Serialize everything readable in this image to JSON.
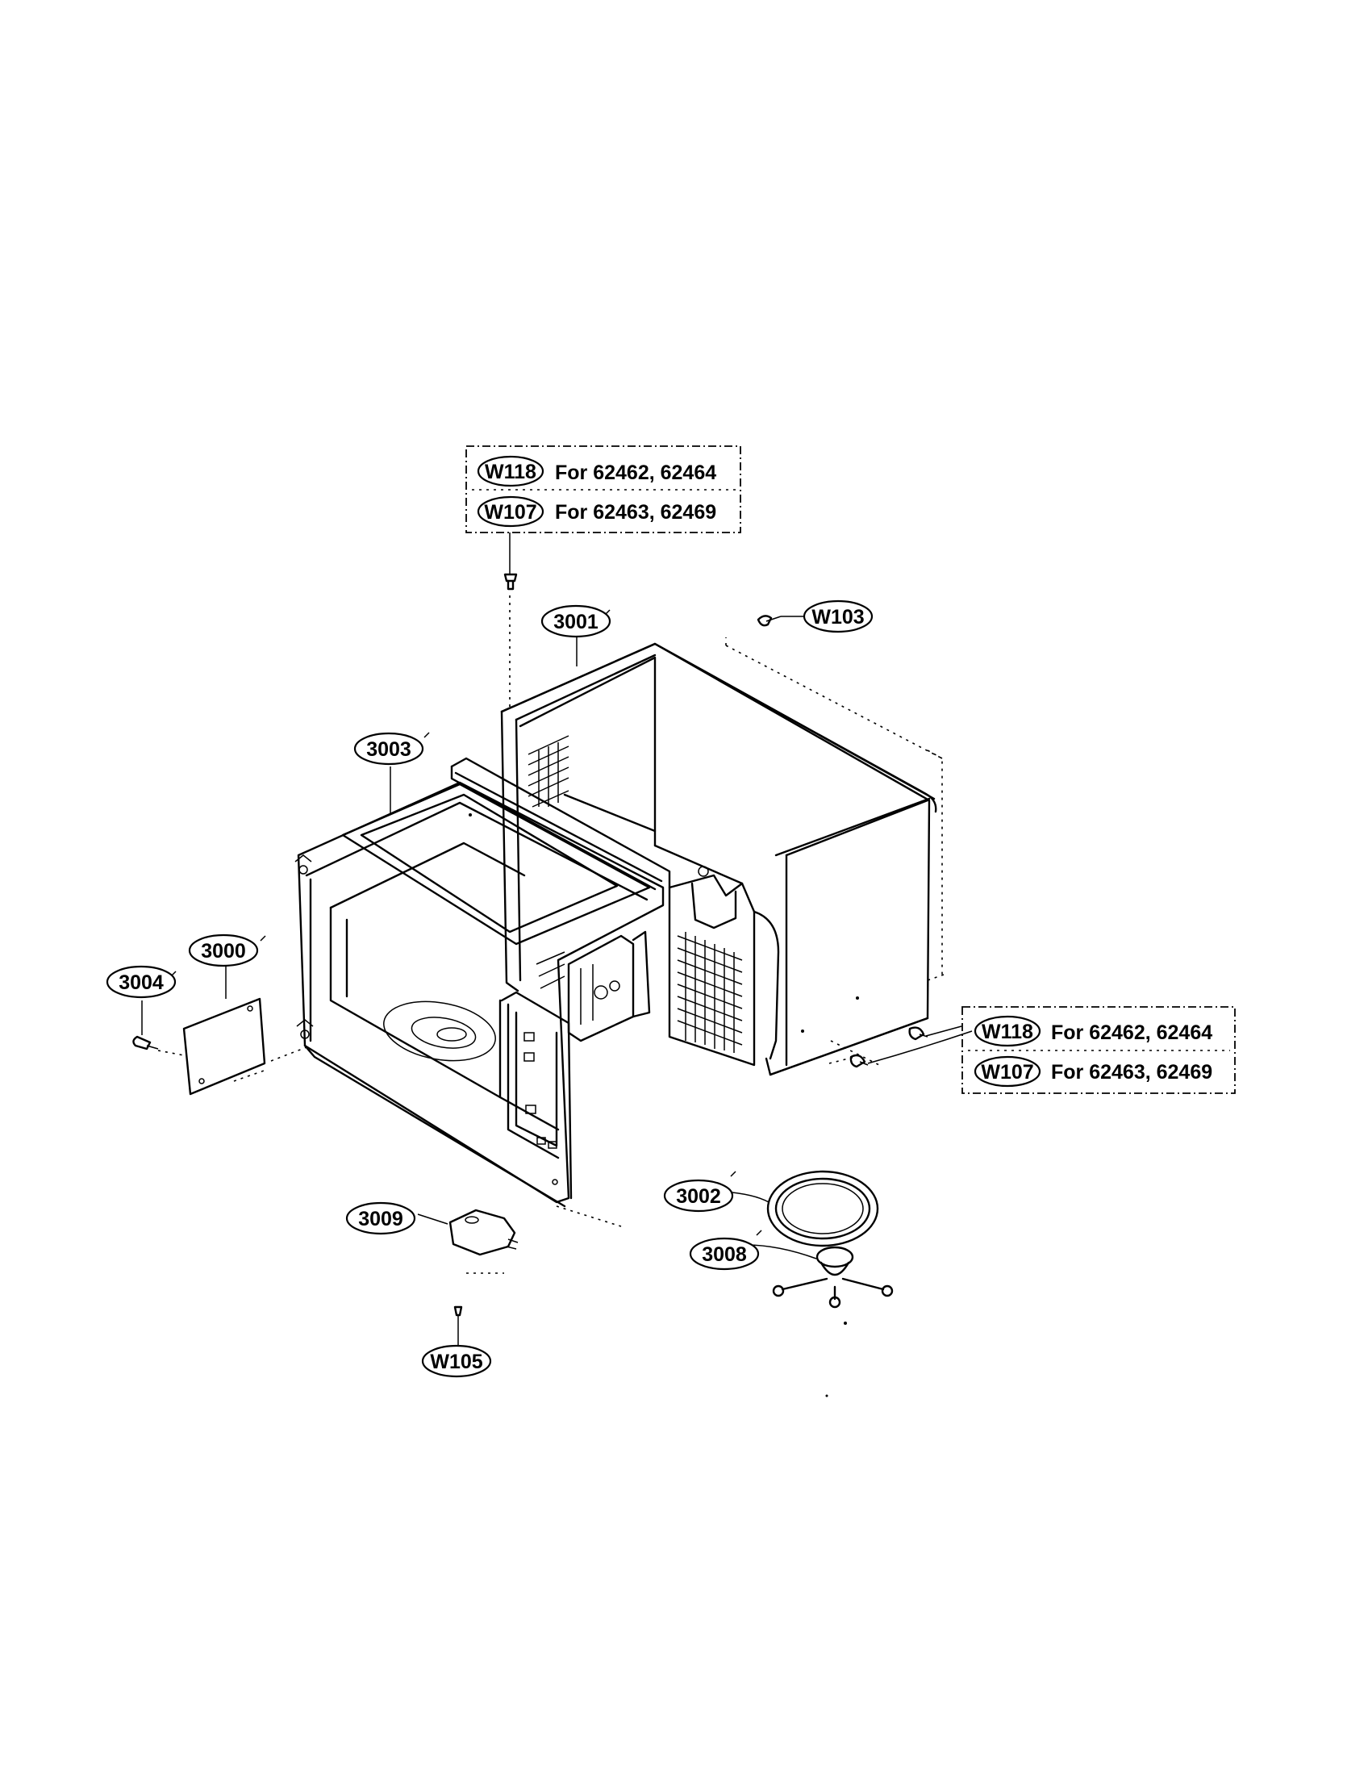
{
  "labels": {
    "p3001": "3001",
    "p3003": "3003",
    "p3000": "3000",
    "p3004": "3004",
    "p3002": "3002",
    "p3008": "3008",
    "p3009": "3009",
    "w103": "W103",
    "w105": "W105",
    "top_w118": "W118",
    "top_w107": "W107",
    "right_w118": "W118",
    "right_w107": "W107"
  },
  "notes": {
    "top_w118_models": "For 62462, 62464",
    "top_w107_models": "For 62463, 62469",
    "right_w118_models": "For 62462, 62464",
    "right_w107_models": "For 62463, 62469"
  }
}
